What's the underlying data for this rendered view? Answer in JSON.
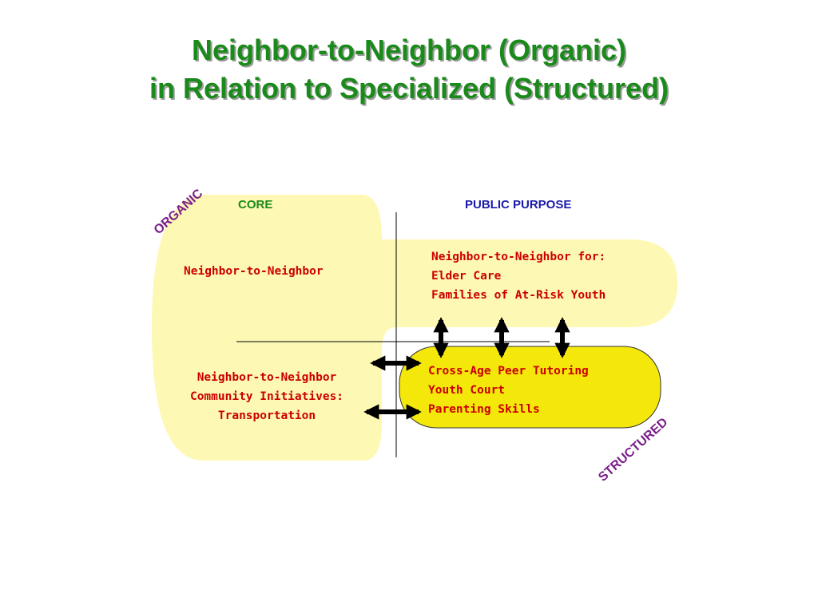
{
  "colors": {
    "title": "#1a8a1a",
    "organic_fill": "#fdf8b4",
    "structured_fill": "#f4e80a",
    "core": "#1a8a1a",
    "public_purpose": "#1a1aaa",
    "diagonal": "#7a1f8a",
    "text": "#cc0000",
    "line": "#000000"
  },
  "title": {
    "line1": "Neighbor-to-Neighbor (Organic)",
    "line2": "in Relation to Specialized (Structured)"
  },
  "axes": {
    "core": "CORE",
    "public_purpose": "PUBLIC PURPOSE",
    "organic": "ORGANIC",
    "structured": "STRUCTURED"
  },
  "quadrants": {
    "core_top": {
      "lines": [
        "Neighbor-to-Neighbor"
      ]
    },
    "core_bottom": {
      "lines": [
        "Neighbor-to-Neighbor",
        "Community Initiatives:",
        "Transportation"
      ]
    },
    "public_top": {
      "lines": [
        "Neighbor-to-Neighbor for:",
        "Elder Care",
        "Families of At-Risk Youth"
      ]
    },
    "public_bottom": {
      "lines": [
        "Cross-Age Peer Tutoring",
        "Youth Court",
        "Parenting Skills"
      ]
    }
  }
}
